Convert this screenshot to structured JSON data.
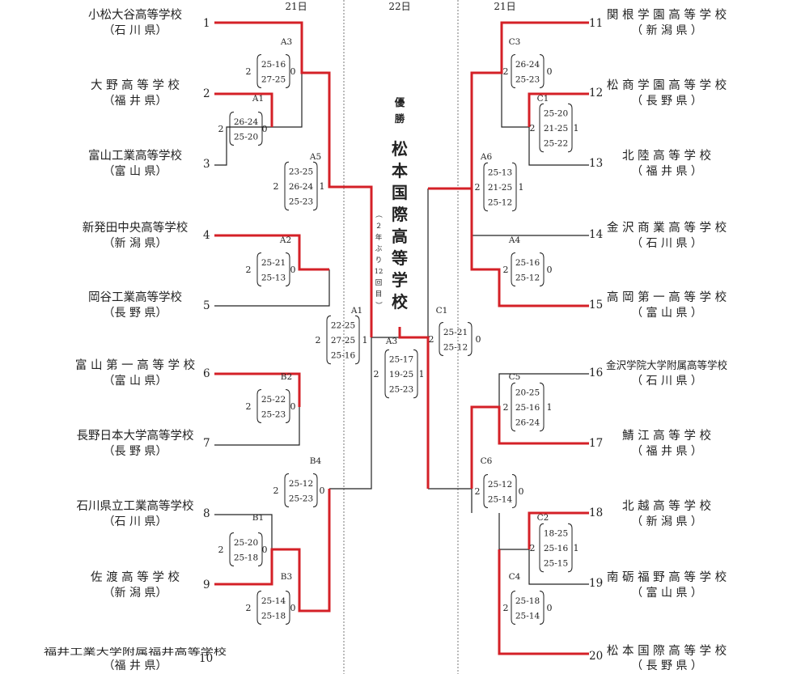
{
  "days": {
    "left": "21日",
    "center": "22日",
    "right": "21日"
  },
  "colors": {
    "winner": "#d42027",
    "line": "#222222",
    "divider": "#777777"
  },
  "champion": {
    "label": [
      "優",
      "勝"
    ],
    "name": [
      "松",
      "本",
      "国",
      "際",
      "高",
      "等",
      "学",
      "校"
    ],
    "note": [
      "（",
      "２",
      "年",
      "ぶ",
      "り",
      "12",
      "回",
      "目",
      "）"
    ]
  },
  "left_teams": [
    {
      "no": "1",
      "name": "小松大谷高等学校",
      "pref": "（石 川 県）"
    },
    {
      "no": "2",
      "name": "大 野 高 等 学 校",
      "pref": "（福 井 県）"
    },
    {
      "no": "3",
      "name": "富山工業高等学校",
      "pref": "（富 山 県）"
    },
    {
      "no": "4",
      "name": "新発田中央高等学校",
      "pref": "（新 潟 県）"
    },
    {
      "no": "5",
      "name": "岡谷工業高等学校",
      "pref": "（長 野 県）"
    },
    {
      "no": "6",
      "name": "富 山 第 一 高 等 学 校",
      "pref": "（富 山 県）"
    },
    {
      "no": "7",
      "name": "長野日本大学高等学校",
      "pref": "（長 野 県）"
    },
    {
      "no": "8",
      "name": "石川県立工業高等学校",
      "pref": "（石 川 県）"
    },
    {
      "no": "9",
      "name": "佐 渡 高 等 学 校",
      "pref": "（新 潟 県）"
    },
    {
      "no": "10",
      "name": "福井工業大学附属福井高等学校",
      "pref": "（福 井 県）"
    }
  ],
  "right_teams": [
    {
      "no": "11",
      "name": "関 根 学 園 高 等 学 校",
      "pref": "（ 新  潟  県 ）"
    },
    {
      "no": "12",
      "name": "松 商 学 園 高 等 学 校",
      "pref": "（ 長  野  県 ）"
    },
    {
      "no": "13",
      "name": "北 陸 高 等 学 校",
      "pref": "（ 福  井  県 ）"
    },
    {
      "no": "14",
      "name": "金 沢 商 業 高 等 学 校",
      "pref": "（ 石  川  県 ）"
    },
    {
      "no": "15",
      "name": "高 岡 第 一 高 等 学 校",
      "pref": "（ 富  山  県 ）"
    },
    {
      "no": "16",
      "name": "金沢学院大学附属高等学校",
      "pref": "（ 石  川  県 ）"
    },
    {
      "no": "17",
      "name": "鯖 江 高 等 学 校",
      "pref": "（ 福  井  県 ）"
    },
    {
      "no": "18",
      "name": "北 越 高 等 学 校",
      "pref": "（ 新  潟  県 ）"
    },
    {
      "no": "19",
      "name": "南 砺 福 野 高 等 学 校",
      "pref": "（ 富  山  県 ）"
    },
    {
      "no": "20",
      "name": "松 本 国 際 高 等 学 校",
      "pref": "（ 長  野  県 ）"
    }
  ],
  "matches": [
    {
      "id": "A1",
      "scores": [
        "26-24",
        "25-20"
      ],
      "sets": [
        "2",
        "0"
      ]
    },
    {
      "id": "A3",
      "scores": [
        "25-16",
        "27-25"
      ],
      "sets": [
        "2",
        "0"
      ]
    },
    {
      "id": "A5",
      "scores": [
        "23-25",
        "26-24",
        "25-23"
      ],
      "sets": [
        "2",
        "1"
      ]
    },
    {
      "id": "A2",
      "scores": [
        "25-21",
        "25-13"
      ],
      "sets": [
        "2",
        "0"
      ]
    },
    {
      "id": "B2",
      "scores": [
        "25-22",
        "25-23"
      ],
      "sets": [
        "2",
        "0"
      ]
    },
    {
      "id": "B1",
      "scores": [
        "25-20",
        "25-18"
      ],
      "sets": [
        "2",
        "0"
      ]
    },
    {
      "id": "B3",
      "scores": [
        "25-14",
        "25-18"
      ],
      "sets": [
        "2",
        "0"
      ]
    },
    {
      "id": "B4",
      "scores": [
        "25-12",
        "25-23"
      ],
      "sets": [
        "2",
        "0"
      ]
    },
    {
      "id": "A1",
      "scores": [
        "22-25",
        "27-25",
        "25-16"
      ],
      "sets": [
        "2",
        "1"
      ]
    },
    {
      "id": "C3",
      "scores": [
        "26-24",
        "25-23"
      ],
      "sets": [
        "2",
        "0"
      ]
    },
    {
      "id": "C1",
      "scores": [
        "25-20",
        "21-25",
        "25-22"
      ],
      "sets": [
        "2",
        "1"
      ]
    },
    {
      "id": "A6",
      "scores": [
        "25-13",
        "21-25",
        "25-12"
      ],
      "sets": [
        "2",
        "1"
      ]
    },
    {
      "id": "A4",
      "scores": [
        "25-16",
        "25-12"
      ],
      "sets": [
        "2",
        "0"
      ]
    },
    {
      "id": "C5",
      "scores": [
        "20-25",
        "25-16",
        "26-24"
      ],
      "sets": [
        "2",
        "1"
      ]
    },
    {
      "id": "C6",
      "scores": [
        "25-12",
        "25-14"
      ],
      "sets": [
        "2",
        "0"
      ]
    },
    {
      "id": "C2",
      "scores": [
        "18-25",
        "25-16",
        "25-15"
      ],
      "sets": [
        "2",
        "1"
      ]
    },
    {
      "id": "C4",
      "scores": [
        "25-18",
        "25-14"
      ],
      "sets": [
        "2",
        "0"
      ]
    },
    {
      "id": "C1",
      "scores": [
        "25-21",
        "25-12"
      ],
      "sets": [
        "2",
        "0"
      ]
    },
    {
      "id": "A3",
      "scores": [
        "25-17",
        "19-25",
        "25-23"
      ],
      "sets": [
        "2",
        "1"
      ]
    }
  ]
}
